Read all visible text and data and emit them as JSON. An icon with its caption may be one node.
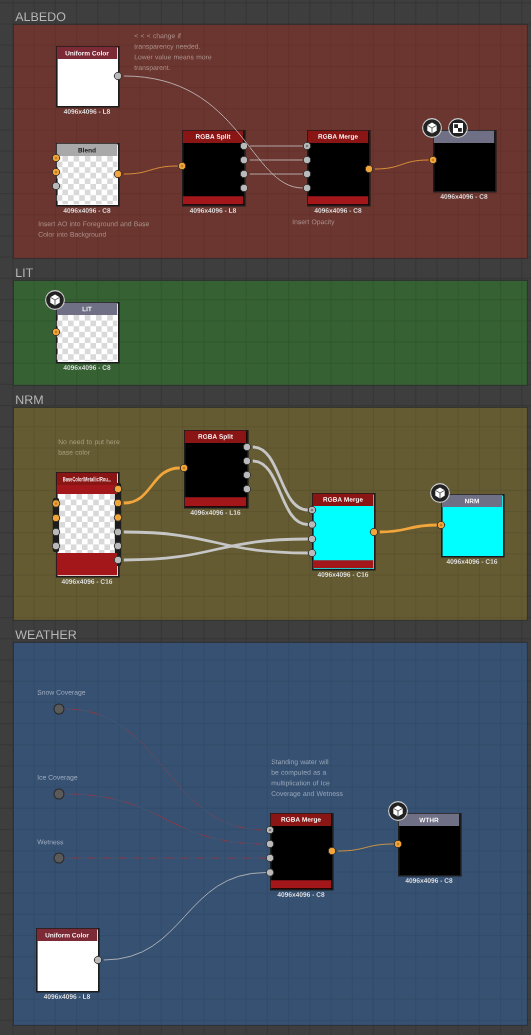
{
  "diagram": {
    "nodes": [
      {
        "text": [
          "ALBEDO"
        ]
      },
      {
        "text": [
          "Uniform Color"
        ],
        "in": 0,
        "beside": [
          "4096x4096 - L8"
        ]
      },
      {
        "text": [
          "Blend"
        ],
        "in": 0,
        "beside": [
          "4096x4096 - C8"
        ]
      },
      {
        "text": [
          "RGBA Split"
        ],
        "in": 0,
        "beside": [
          "4096x4096 - L8"
        ]
      },
      {
        "text": [
          "RGBA Merge"
        ],
        "in": 0,
        "beside": [
          "4096x4096 - C8"
        ]
      },
      {
        "text": [],
        "shape": "box",
        "in": 0,
        "beside": [
          "4096x4096 - C8"
        ]
      },
      {
        "text": [
          "LIT"
        ]
      },
      {
        "text": [
          "LIT"
        ],
        "in": 6,
        "beside": [
          "4096x4096 - C8"
        ]
      },
      {
        "text": [
          "NRM"
        ]
      },
      {
        "text": [
          "BaseColor/Metallic/Rou..."
        ],
        "in": 8,
        "beside": [
          "4096x4096 - C16"
        ]
      },
      {
        "text": [
          "RGBA Split"
        ],
        "in": 8,
        "beside": [
          "4096x4096 - L16"
        ]
      },
      {
        "text": [
          "RGBA Merge"
        ],
        "in": 8,
        "beside": [
          "4096x4096 - C16"
        ]
      },
      {
        "text": [
          "NRM"
        ],
        "in": 8,
        "beside": [
          "4096x4096 - C16"
        ]
      },
      {
        "text": [
          "WEATHER"
        ]
      },
      {
        "text": [
          "Snow Coverage"
        ],
        "in": 13
      },
      {
        "text": [
          "Ice Coverage"
        ],
        "in": 13
      },
      {
        "text": [
          "Wetness"
        ],
        "in": 13
      },
      {
        "text": [
          "RGBA Merge"
        ],
        "in": 13,
        "beside": [
          "4096x4096 - C8"
        ]
      },
      {
        "text": [
          "WTHR"
        ],
        "in": 13,
        "beside": [
          "4096x4096 - C8"
        ]
      },
      {
        "text": [
          "Uniform Color"
        ],
        "in": 13,
        "beside": [
          "4096x4096 - L8"
        ]
      }
    ],
    "edges": [
      {
        "from": 1,
        "to": 4,
        "arrow": "none"
      },
      {
        "from": 2,
        "to": 3,
        "arrow": "none",
        "color": "#f2a53a"
      },
      {
        "from": 3,
        "to": 4,
        "arrow": "none"
      },
      {
        "from": 3,
        "to": 4,
        "arrow": "none"
      },
      {
        "from": 3,
        "to": 4,
        "arrow": "none"
      },
      {
        "from": 4,
        "to": 5,
        "arrow": "none",
        "color": "#f2a53a"
      },
      {
        "from": 9,
        "to": 10,
        "arrow": "none",
        "style": "thick",
        "color": "#f2a53a"
      },
      {
        "from": 10,
        "to": 11,
        "arrow": "none",
        "style": "thick"
      },
      {
        "from": 10,
        "to": 11,
        "arrow": "none",
        "style": "thick"
      },
      {
        "from": 9,
        "to": 11,
        "arrow": "none",
        "style": "thick"
      },
      {
        "from": 9,
        "to": 11,
        "arrow": "none",
        "style": "thick"
      },
      {
        "from": 11,
        "to": 12,
        "arrow": "none",
        "style": "thick",
        "color": "#f2a53a"
      },
      {
        "from": 14,
        "to": 17,
        "arrow": "none",
        "style": "dashed",
        "color": "#b8363a"
      },
      {
        "from": 15,
        "to": 17,
        "arrow": "none",
        "style": "dashed",
        "color": "#b8363a"
      },
      {
        "from": 16,
        "to": 17,
        "arrow": "none",
        "style": "dashed",
        "color": "#b8363a"
      },
      {
        "from": 19,
        "to": 17,
        "arrow": "none"
      },
      {
        "from": 17,
        "to": 18,
        "arrow": "none",
        "color": "#f2a53a"
      }
    ],
    "labels": [
      "< < < change if transparency needed. Lower value means more transparent.",
      "Insert Opacity",
      "Insert AO into Foreground and Base Color into Background",
      "No need to put here base color",
      "Standing water will be computed as a multiplication of Ice Coverage and Wetness"
    ]
  }
}
